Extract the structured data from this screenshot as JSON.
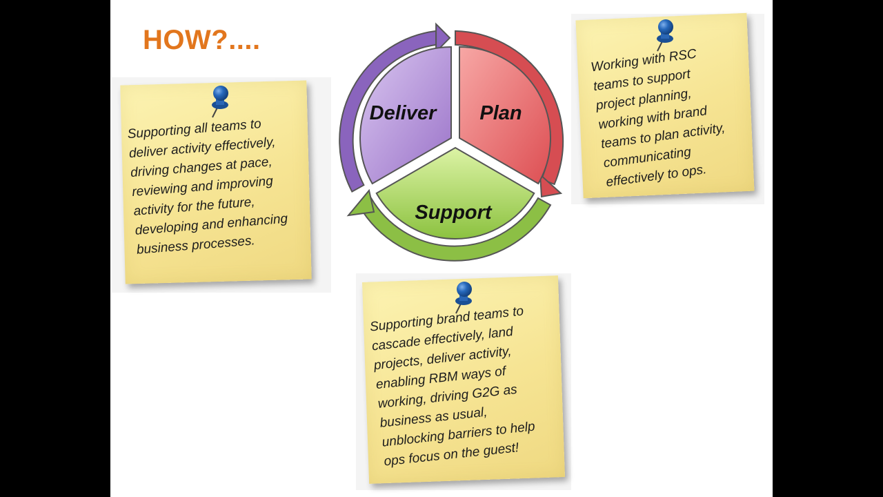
{
  "title": "HOW?....",
  "cycle": {
    "segments": [
      {
        "label": "Deliver",
        "color": "#b28fd6"
      },
      {
        "label": "Plan",
        "color": "#e8686a"
      },
      {
        "label": "Support",
        "color": "#a6d25a"
      }
    ]
  },
  "notes": [
    {
      "id": "deliver",
      "text": "Supporting all teams to\ndeliver activity effectively,\ndriving changes at pace,\nreviewing and improving\nactivity for the future,\ndeveloping and enhancing\nbusiness processes."
    },
    {
      "id": "plan",
      "text": "Working with RSC\nteams to support\nproject planning,\nworking with brand\nteams to plan activity,\ncommunicating\neffectively to ops."
    },
    {
      "id": "support",
      "text": "Supporting brand teams to\ncascade effectively, land\nprojects, deliver activity,\nenabling RBM ways of\nworking, driving G2G as\nbusiness as usual,\nunblocking barriers to help\nops focus on the guest!"
    }
  ],
  "colors": {
    "title": "#e2761d",
    "note": "#f6e493",
    "pin": "#1e5fae"
  },
  "icons": [
    "push-pin-icon"
  ]
}
